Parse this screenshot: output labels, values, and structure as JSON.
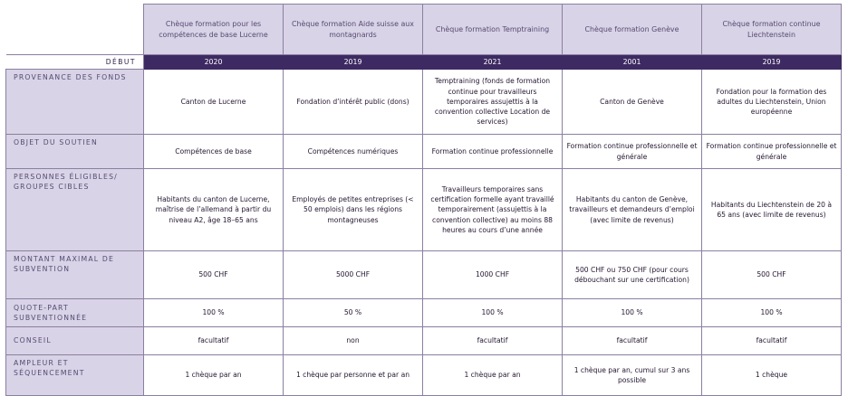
{
  "programs": [
    {
      "name": "Chèque formation pour les compétences de base Lucerne",
      "debut": "2020",
      "provenance": "Canton de Lucerne",
      "objet": "Compétences de base",
      "personnes": "Habitants du canton de Lucerne, maîtrise de l’allemand à partir du niveau A2, âge 18–65 ans",
      "montant": "500 CHF",
      "quote": "100 %",
      "conseil": "facultatif",
      "ampleur": "1 chèque par an"
    },
    {
      "name": "Chèque formation Aide suisse aux montagnards",
      "debut": "2019",
      "provenance": "Fondation d’intérêt public (dons)",
      "objet": "Compétences numériques",
      "personnes": "Employés de petites entreprises (< 50 emplois) dans les régions montagneuses",
      "montant": "5000 CHF",
      "quote": "50 %",
      "conseil": "non",
      "ampleur": "1 chèque par personne et par an"
    },
    {
      "name": "Chèque formation Temptraining",
      "debut": "2021",
      "provenance": "Temptraining (fonds de formation continue pour travailleurs temporaires assujettis à la convention collective Location de services)",
      "objet": "Formation continue professionnelle",
      "personnes": "Travailleurs temporaires sans certification formelle ayant travaillé temporairement (assujettis à la convention collective) au moins 88 heures au cours d’une année",
      "montant": "1000 CHF",
      "quote": "100 %",
      "conseil": "facultatif",
      "ampleur": "1 chèque par an"
    },
    {
      "name": "Chèque formation Genève",
      "debut": "2001",
      "provenance": "Canton de Genève",
      "objet": "Formation continue professionnelle et générale",
      "personnes": "Habitants du canton de Genève, travailleurs et demandeurs d’emploi (avec limite de revenus)",
      "montant": "500 CHF ou 750 CHF (pour cours débouchant sur une certification)",
      "quote": "100 %",
      "conseil": "facultatif",
      "ampleur": "1 chèque par an, cumul sur 3 ans possible"
    },
    {
      "name": "Chèque formation continue Liechtenstein",
      "debut": "2019",
      "provenance": "Fondation pour la formation des adultes du Liechtenstein, Union européenne",
      "objet": "Formation continue professionnelle et générale",
      "personnes": "Habitants du Liechtenstein de 20 à 65 ans (avec limite de revenus)",
      "montant": "500 CHF",
      "quote": "100 %",
      "conseil": "facultatif",
      "ampleur": "1 chèque"
    }
  ],
  "row_labels": {
    "debut": "DÉBUT",
    "provenance": "PROVENANCE DES FONDS",
    "objet": "OBJET DU SOUTIEN",
    "personnes": "PERSONNES ÉLIGIBLES/ GROUPES CIBLES",
    "montant": "MONTANT MAXIMAL DE SUBVENTION",
    "quote": "QUOTE-PART SUBVENTIONNÉE",
    "conseil": "CONSEIL",
    "ampleur": "AMPLEUR ET SÉQUENCEMENT"
  },
  "colors": {
    "header_bg": "#d8d3e6",
    "year_bar": "#3d2a62",
    "label_text": "#564a74",
    "border": "#8b7fa0"
  }
}
